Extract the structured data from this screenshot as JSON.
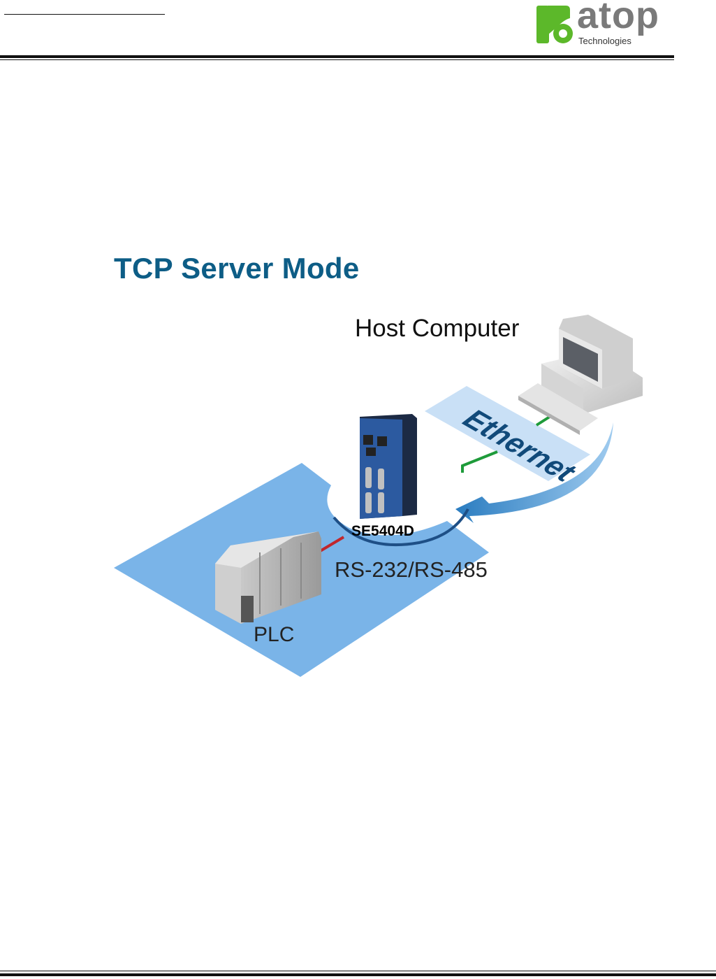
{
  "header": {
    "logo": {
      "brand": "atop",
      "tagline": "Technologies",
      "colors": {
        "mark": "#5cb82a",
        "word": "#7a7a7a"
      }
    }
  },
  "diagram": {
    "title": "TCP Server Mode",
    "labels": {
      "host": "Host Computer",
      "network": "Ethernet",
      "device": "SE5404D",
      "serial": "RS-232/RS-485",
      "plc": "PLC"
    },
    "colors": {
      "title": "#0d5d86",
      "floor": "#7ab4e8",
      "ethernet_band": "#c9e0f6",
      "ethernet_text": "#114a7a",
      "arrow": "#2a7cc0",
      "ethernet_cable": "#1e9b3a",
      "serial_cable": "#c1272d",
      "device_body": "#2c5aa0"
    }
  }
}
